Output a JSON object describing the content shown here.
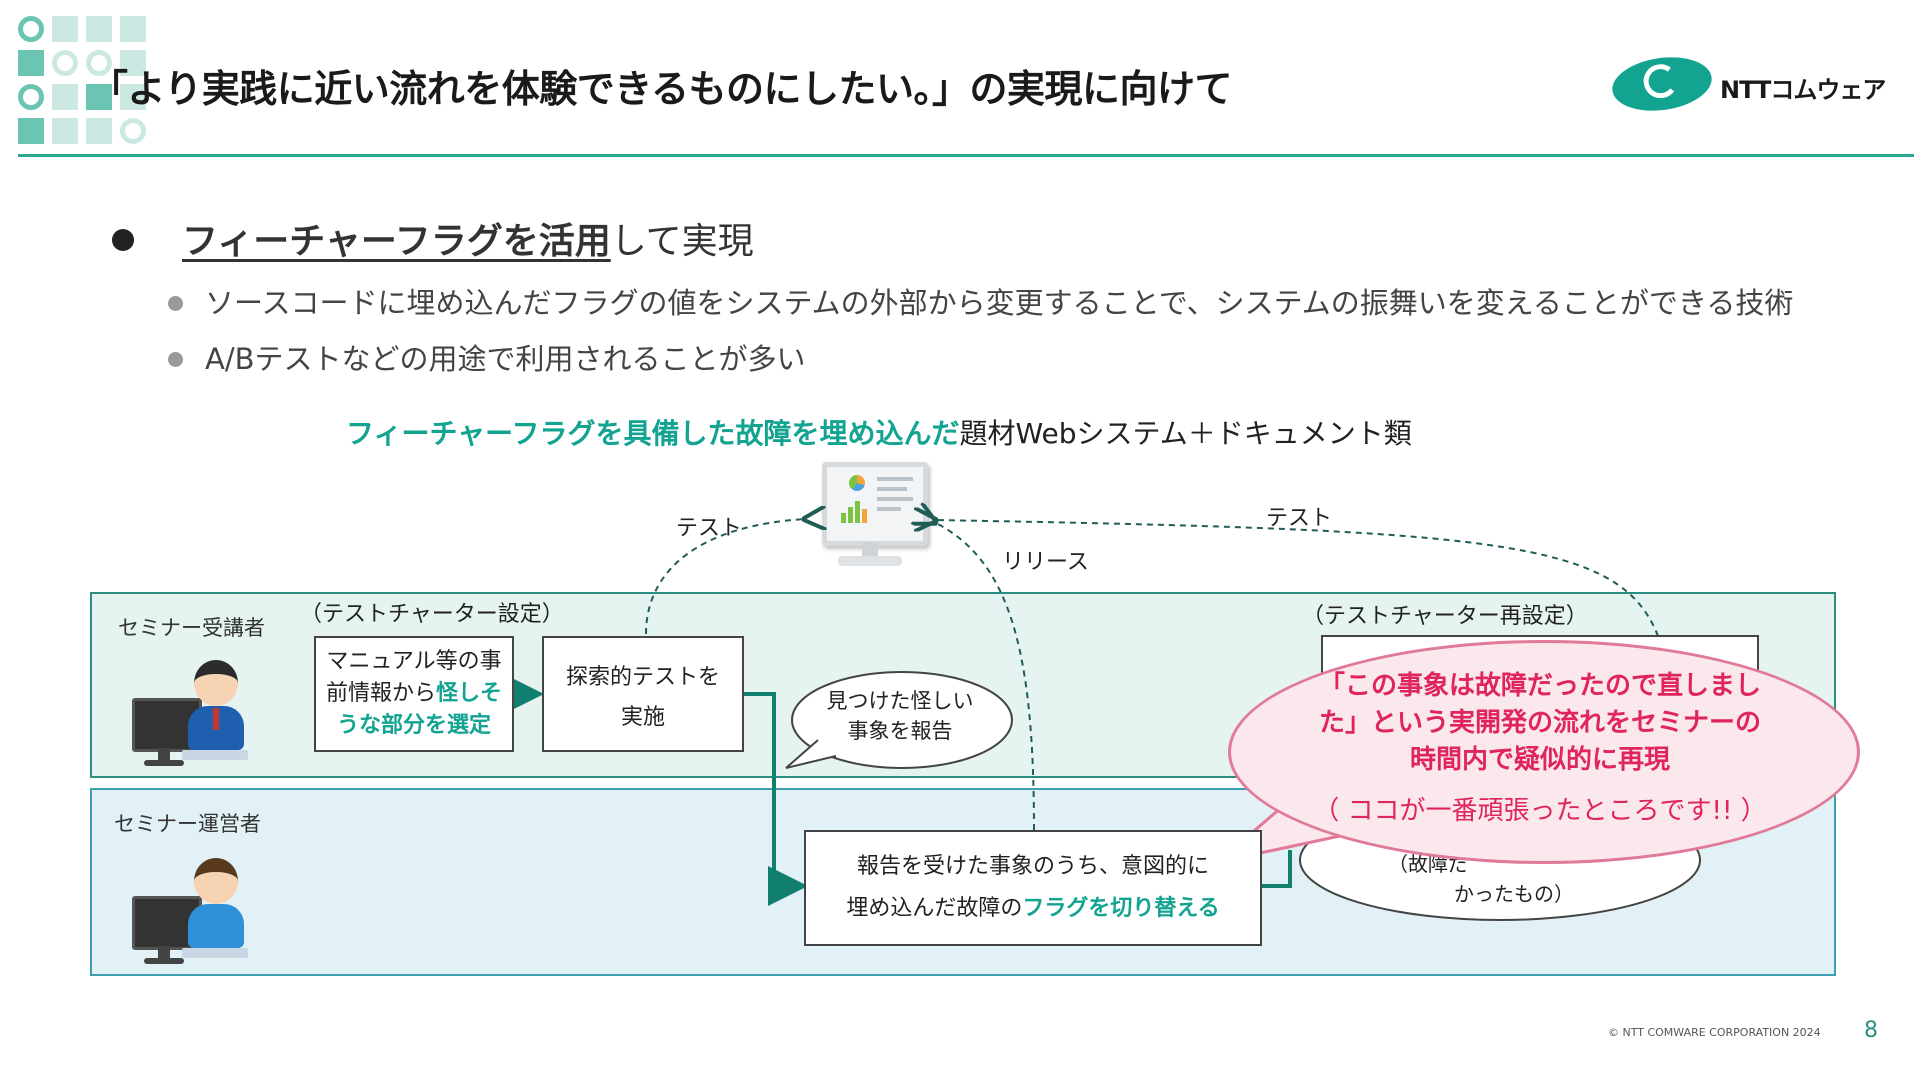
{
  "header": {
    "title": "「より実践に近い流れを体験できるものにしたい。」の実現に向けて",
    "brand_name": "NTTコムウェア"
  },
  "bullets": {
    "main_emph": "フィーチャーフラグを活用",
    "main_rest": "して実現",
    "sub": [
      "ソースコードに埋め込んだフラグの値をシステムの外部から変更することで、システムの振舞いを変えることができる技術",
      "A/Bテストなどの用途で利用されることが多い"
    ]
  },
  "diagram": {
    "heading_hl": "フィーチャーフラグを具備した故障を埋め込んだ",
    "heading_rest": "題材Webシステム＋ドキュメント類",
    "arrow_labels": {
      "test_left": "テスト",
      "release": "リリース",
      "test_right": "テスト"
    },
    "lane_attendee": {
      "label": "セミナー受講者",
      "charter_setup": "（テストチャーター設定）",
      "charter_reset": "（テストチャーター再設定）",
      "box_select_line1": "マニュアル等の事",
      "box_select_line2_a": "前情報から",
      "box_select_line2_b": "怪しそ",
      "box_select_line3": "うな部分を選定",
      "box_explore_line1": "探索的テストを",
      "box_explore_line2": "実施",
      "speech_line1": "見つけた怪しい",
      "speech_line2": "事象を報告"
    },
    "lane_operator": {
      "label": "セミナー運営者",
      "box_switch_line1": "報告を受けた事象のうち、意図的に",
      "box_switch_line2_a": "埋め込んだ故障の",
      "box_switch_line2_b": "フラグを切り替える",
      "ellipse_partial_1": "（故障だ",
      "ellipse_partial_2": "かったもの）"
    },
    "callout": {
      "line1": "「この事象は故障だったので直しまし",
      "line2": "た」という実開発の流れをセミナーの",
      "line3": "時間内で疑似的に再現",
      "sub": "（ ココが一番頑張ったところです!! ）"
    }
  },
  "footer": {
    "copyright": "© NTT COMWARE CORPORATION 2024",
    "page": "8"
  },
  "colors": {
    "accent_teal": "#12a391",
    "rule": "#2aa88f",
    "callout_text": "#e0245e",
    "callout_fill": "#fbe8ed"
  }
}
